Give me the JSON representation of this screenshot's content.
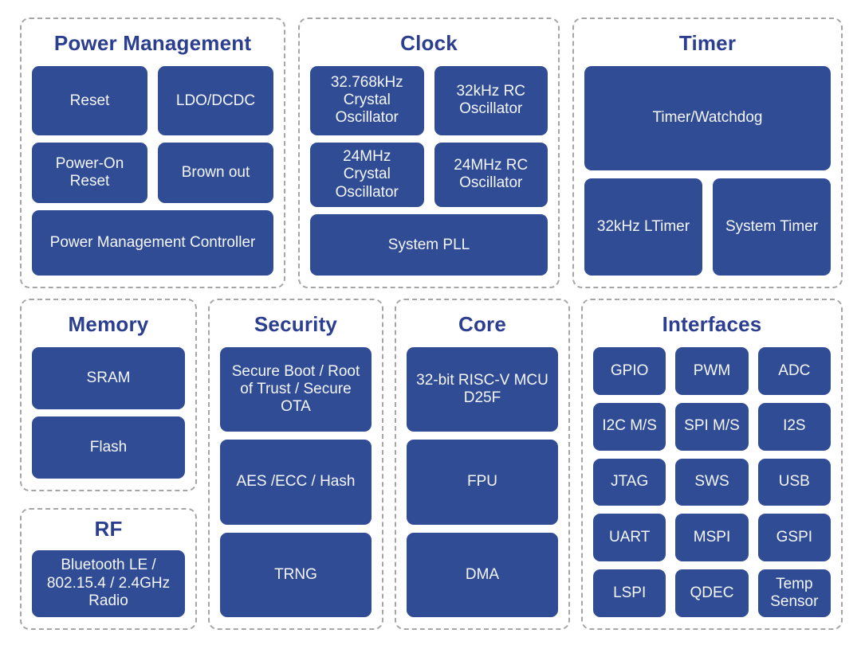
{
  "diagram": {
    "type": "mcu-block-diagram",
    "colors": {
      "block_fill": "#304c94",
      "title_text": "#2b3e8f",
      "block_text": "#f4f6fb",
      "panel_border": "#a6a6a6",
      "background": "#ffffff"
    }
  },
  "sections": {
    "power_management": {
      "title": "Power Management",
      "blocks": [
        "Reset",
        "LDO/DCDC",
        "Power-On Reset",
        "Brown out",
        "Power Management Controller"
      ]
    },
    "clock": {
      "title": "Clock",
      "blocks": [
        "32.768kHz Crystal Oscillator",
        "32kHz RC Oscillator",
        "24MHz Crystal Oscillator",
        "24MHz RC Oscillator",
        "System PLL"
      ]
    },
    "timer": {
      "title": "Timer",
      "blocks": [
        "Timer/Watchdog",
        "32kHz LTimer",
        "System Timer"
      ]
    },
    "memory": {
      "title": "Memory",
      "blocks": [
        "SRAM",
        "Flash"
      ]
    },
    "security": {
      "title": "Security",
      "blocks": [
        "Secure Boot / Root of Trust / Secure OTA",
        "AES /ECC / Hash",
        "TRNG"
      ]
    },
    "core": {
      "title": "Core",
      "blocks": [
        "32-bit RISC-V MCU D25F",
        "FPU",
        "DMA"
      ]
    },
    "interfaces": {
      "title": "Interfaces",
      "blocks": [
        "GPIO",
        "PWM",
        "ADC",
        "I2C M/S",
        "SPI M/S",
        "I2S",
        "JTAG",
        "SWS",
        "USB",
        "UART",
        "MSPI",
        "GSPI",
        "LSPI",
        "QDEC",
        "Temp Sensor"
      ]
    },
    "rf": {
      "title": "RF",
      "blocks": [
        "Bluetooth LE / 802.15.4 / 2.4GHz Radio"
      ]
    }
  }
}
